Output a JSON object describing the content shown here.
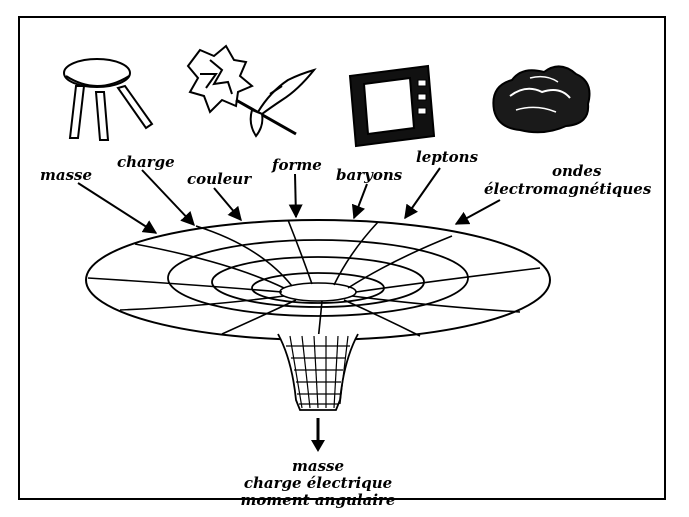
{
  "labels": {
    "masse": "masse",
    "charge": "charge",
    "couleur": "couleur",
    "forme": "forme",
    "baryons": "baryons",
    "leptons": "leptons",
    "ondes_1": "ondes",
    "ondes_2": "électromagnétiques"
  },
  "output": {
    "line1": "masse",
    "line2": "charge électrique",
    "line3": "moment angulaire"
  },
  "icons": [
    "stool-icon",
    "flower-icon",
    "television-icon",
    "rock-icon"
  ]
}
